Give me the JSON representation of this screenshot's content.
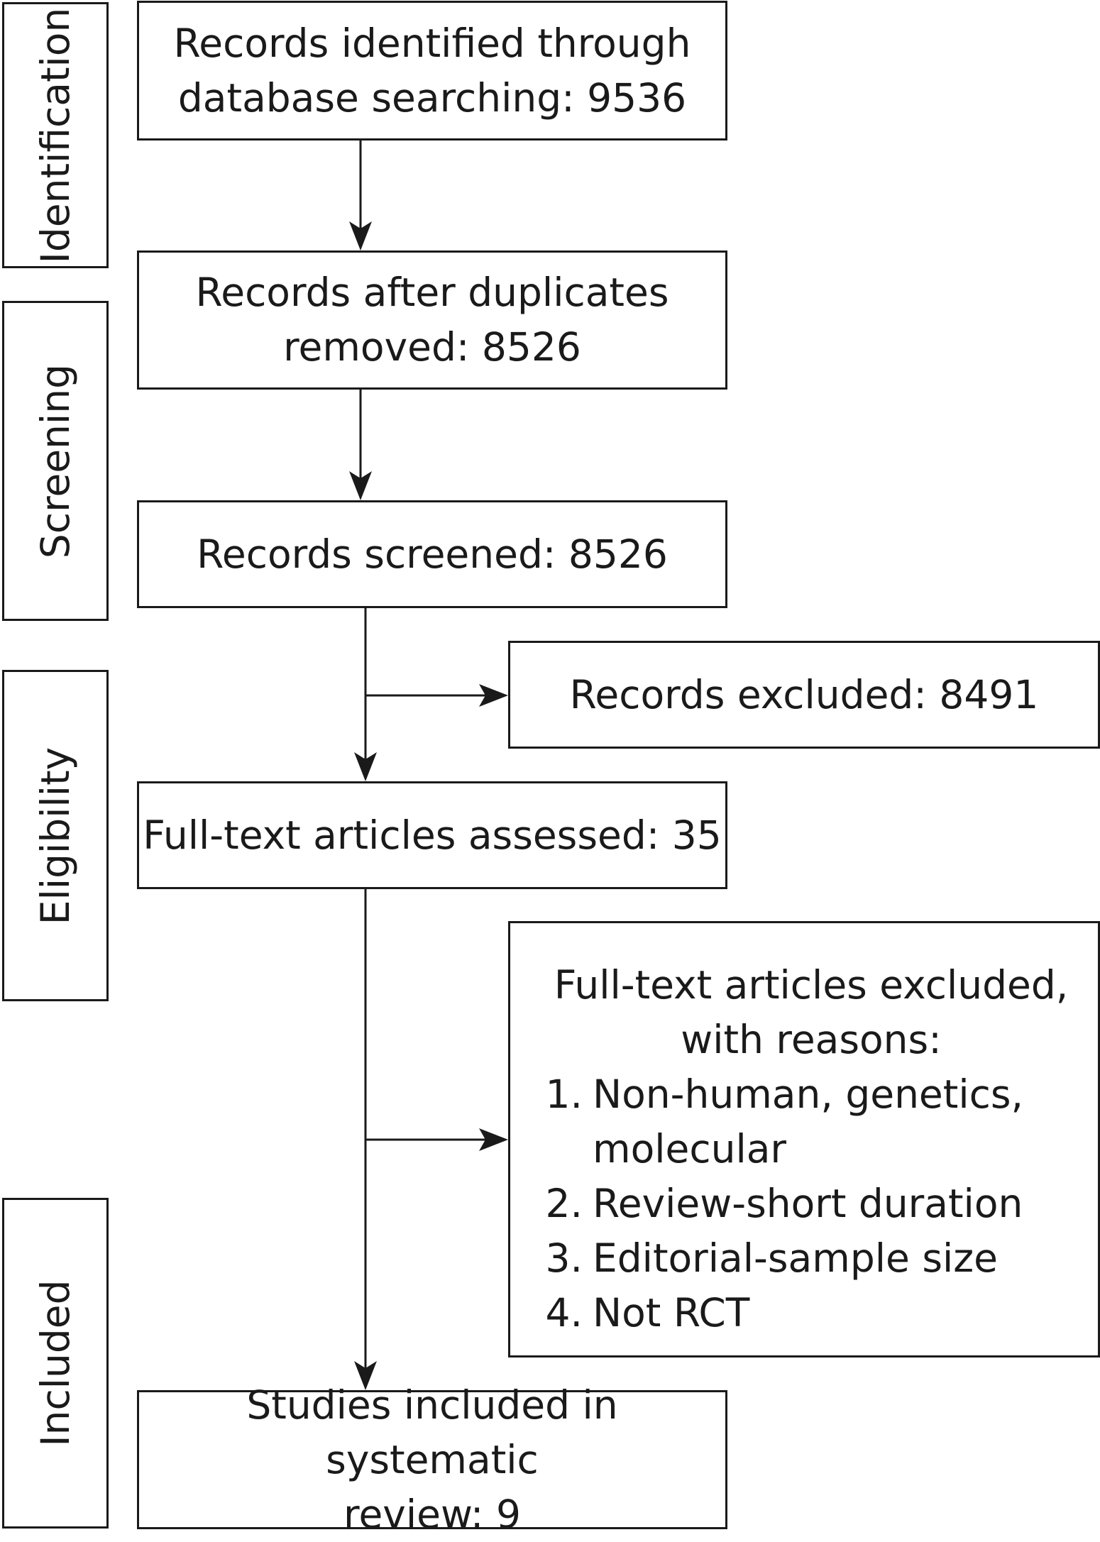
{
  "stages": [
    "Identification",
    "Screening",
    "Eligibility",
    "Included"
  ],
  "boxes": {
    "identified": [
      "Records identified through",
      "database searching: 9536"
    ],
    "after_duplicates": [
      "Records after duplicates",
      "removed: 8526"
    ],
    "screened": "Records screened: 8526",
    "excluded": "Records excluded: 8491",
    "assessed": "Full-text articles assessed: 35",
    "fulltext_excluded": {
      "heading": [
        "Full-text articles excluded,",
        "with reasons:"
      ],
      "reasons": [
        {
          "num": "1.",
          "lines": [
            "Non-human, genetics,",
            "molecular"
          ]
        },
        {
          "num": "2.",
          "lines": [
            "Review-short duration"
          ]
        },
        {
          "num": "3.",
          "lines": [
            "Editorial-sample size"
          ]
        },
        {
          "num": "4.",
          "lines": [
            "Not RCT"
          ]
        }
      ]
    },
    "included": [
      "Studies included in systematic",
      "review: 9"
    ]
  }
}
